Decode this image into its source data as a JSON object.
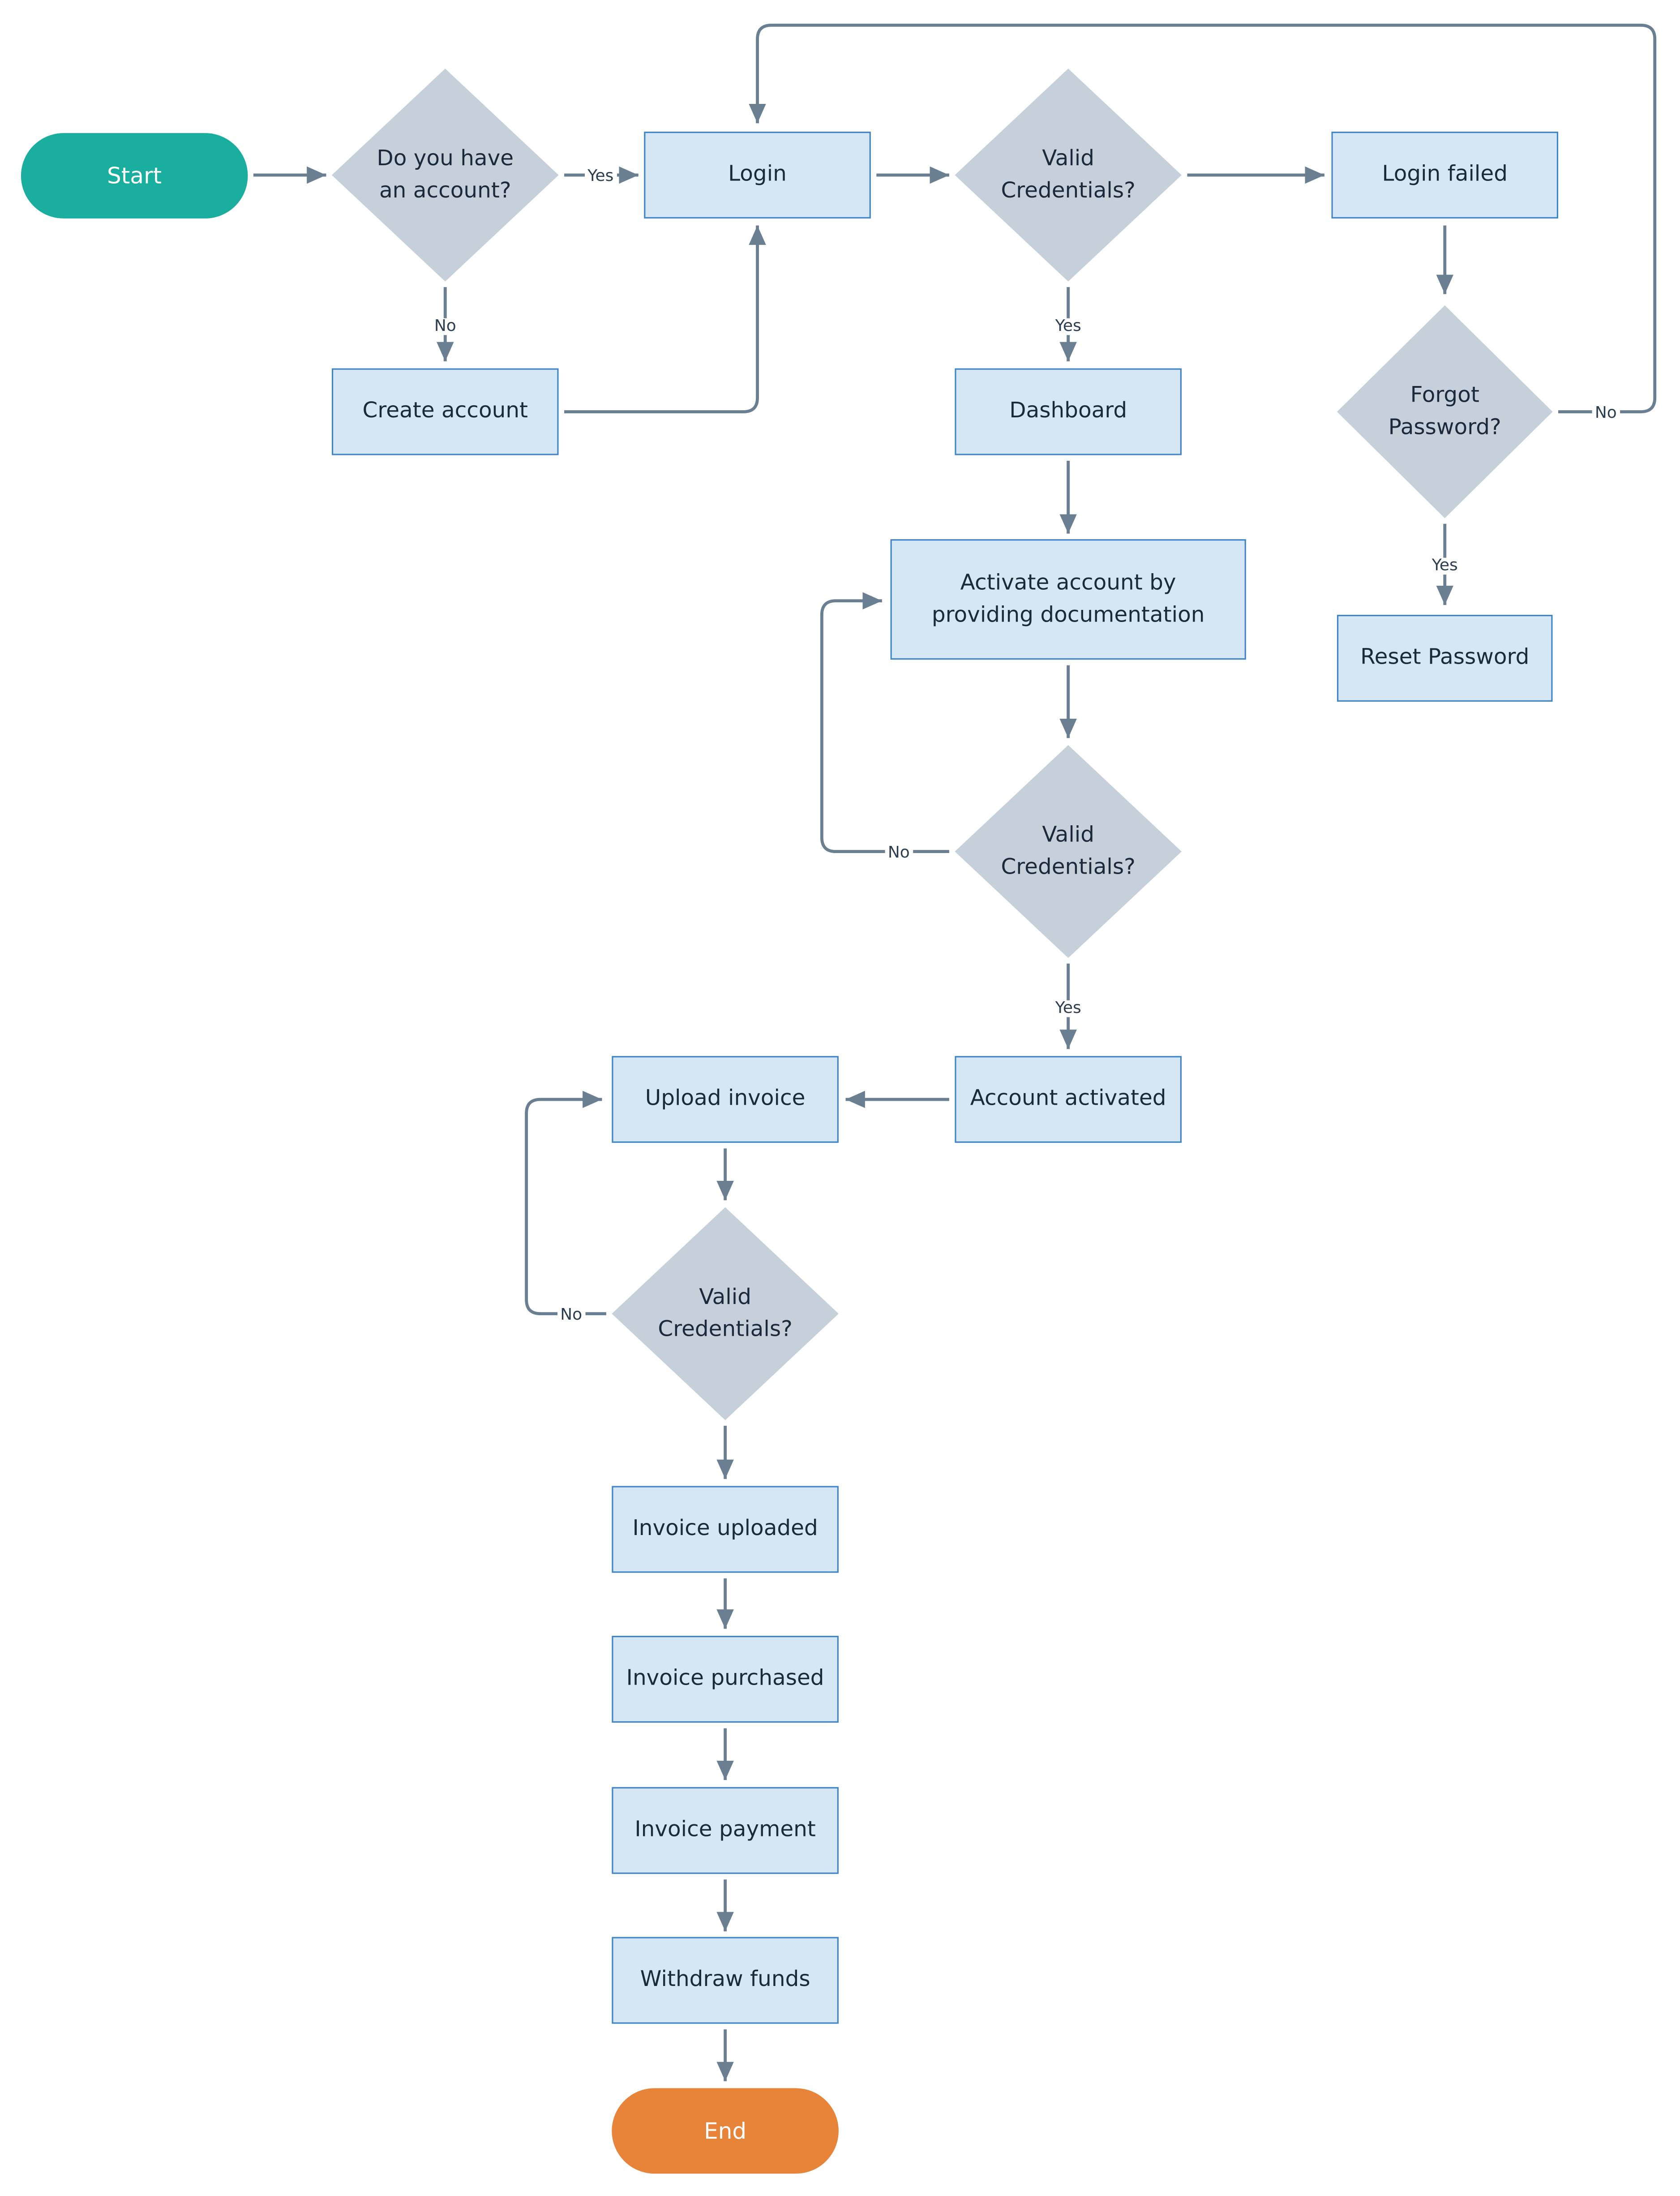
{
  "colors": {
    "start": "#1aae9f",
    "end": "#e8833a",
    "process_fill": "#d5e6f5",
    "process_border": "#3f85c8",
    "decision_fill": "#c5d0da",
    "connector": "#6b7f92"
  },
  "nodes": {
    "start": "Start",
    "have_account": "Do you have an account?",
    "login": "Login",
    "valid_cred_1": "Valid Credentials?",
    "login_failed": "Login failed",
    "create_account": "Create account",
    "dashboard": "Dashboard",
    "forgot_password": "Forgot Password?",
    "activate_account": "Activate account by providing documentation",
    "reset_password": "Reset Password",
    "valid_cred_2": "Valid Credentials?",
    "account_activated": "Account activated",
    "upload_invoice": "Upload invoice",
    "valid_cred_3": "Valid Credentials?",
    "invoice_uploaded": "Invoice uploaded",
    "invoice_purchased": "Invoice purchased",
    "invoice_payment": "Invoice payment",
    "withdraw_funds": "Withdraw funds",
    "end": "End"
  },
  "edge_labels": {
    "have_account_yes": "Yes",
    "have_account_no": "No",
    "valid_cred_1_yes": "Yes",
    "forgot_password_no": "No",
    "forgot_password_yes": "Yes",
    "valid_cred_2_no": "No",
    "valid_cred_2_yes": "Yes",
    "valid_cred_3_no": "No"
  }
}
